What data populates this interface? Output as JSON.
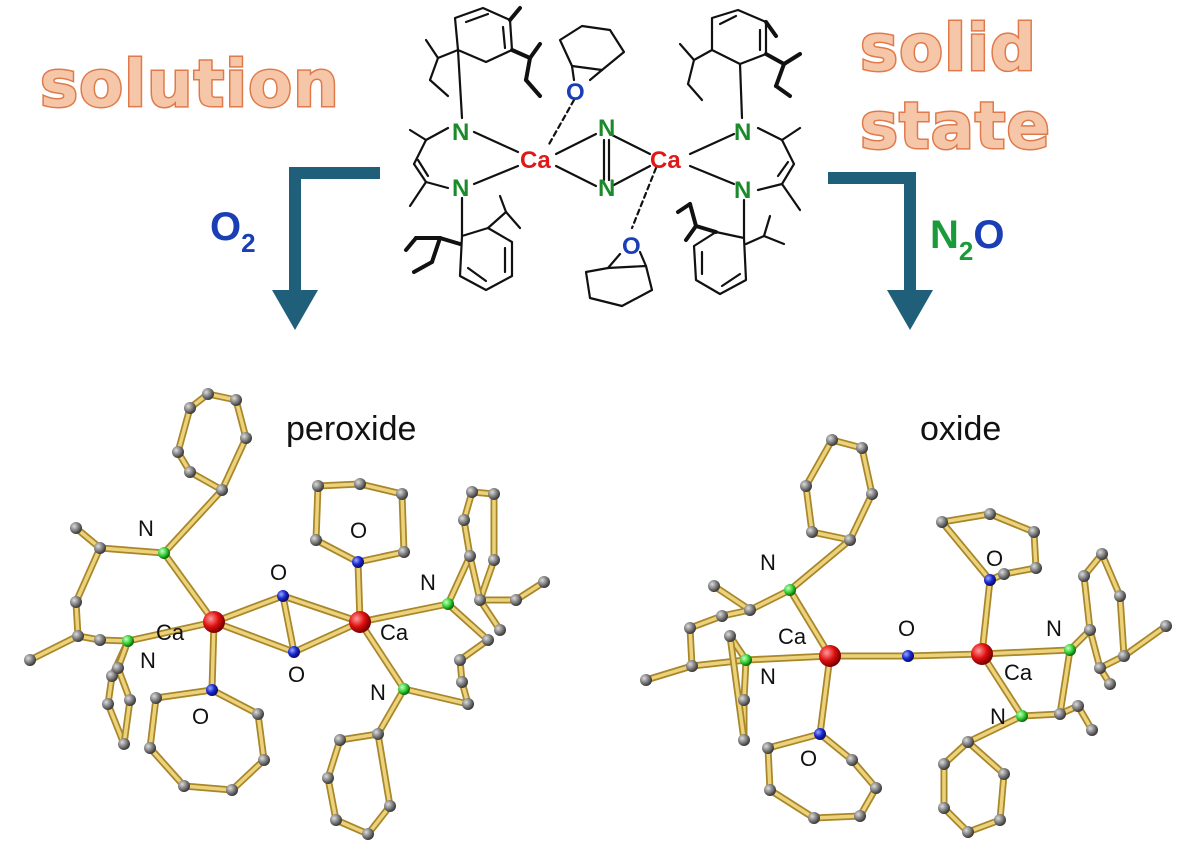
{
  "left_condition": "solution",
  "right_condition": "solid state",
  "right_condition_lines": [
    "solid",
    "state"
  ],
  "reagent_left": {
    "main": "O",
    "sub": "2"
  },
  "reagent_right": {
    "n": "N",
    "sub": "2",
    "o": "O"
  },
  "center_structure": {
    "metal_label": "Ca",
    "n_label": "N",
    "o_label": "O"
  },
  "products": {
    "left": {
      "name": "peroxide",
      "labels": {
        "N1": "N",
        "N2": "N",
        "N3": "N",
        "Ca1": "Ca",
        "Ca2": "Ca",
        "O1": "O",
        "O2": "O",
        "O3": "O",
        "O4": "O"
      }
    },
    "right": {
      "name": "oxide",
      "labels": {
        "N1": "N",
        "N2": "N",
        "N3": "N",
        "N4": "N",
        "Ca1": "Ca",
        "Ca2": "Ca",
        "O1": "O",
        "O2": "O",
        "O3": "O"
      }
    }
  },
  "colors": {
    "title_fill": "#f6c6a8",
    "title_stroke": "#e07a4a",
    "arrow": "#1f5f7a",
    "o2_blue": "#1a3fb5",
    "n_green": "#1a9a3a",
    "ca_red": "#e01818",
    "bond_gold": "#d8b84a",
    "atom_grey": "#6a6a6a",
    "atom_blue": "#1a2ad0",
    "atom_green": "#3ad23a",
    "atom_red": "#e01010"
  }
}
